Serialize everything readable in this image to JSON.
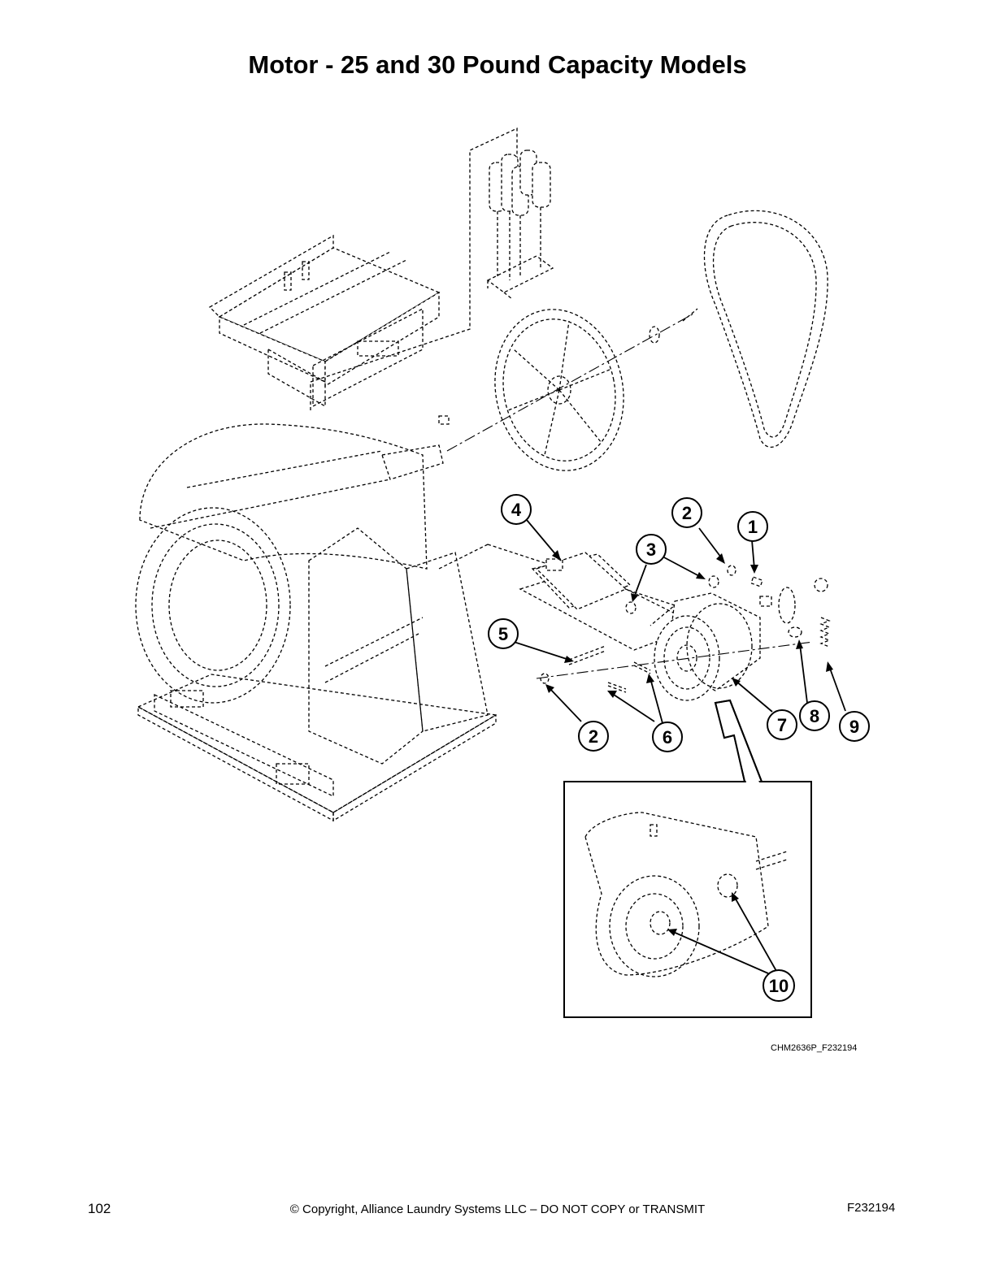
{
  "page": {
    "title": "Motor - 25 and 30 Pound Capacity Models",
    "figure_id": "CHM2636P_F232194",
    "page_number": "102",
    "copyright": "© Copyright, Alliance Laundry Systems LLC – DO NOT COPY or TRANSMIT",
    "doc_code": "F232194"
  },
  "callouts": [
    {
      "id": "c1",
      "label": "1"
    },
    {
      "id": "c2a",
      "label": "2"
    },
    {
      "id": "c3",
      "label": "3"
    },
    {
      "id": "c4",
      "label": "4"
    },
    {
      "id": "c5",
      "label": "5"
    },
    {
      "id": "c2b",
      "label": "2"
    },
    {
      "id": "c6",
      "label": "6"
    },
    {
      "id": "c7",
      "label": "7"
    },
    {
      "id": "c8",
      "label": "8"
    },
    {
      "id": "c9",
      "label": "9"
    },
    {
      "id": "c10",
      "label": "10"
    }
  ]
}
